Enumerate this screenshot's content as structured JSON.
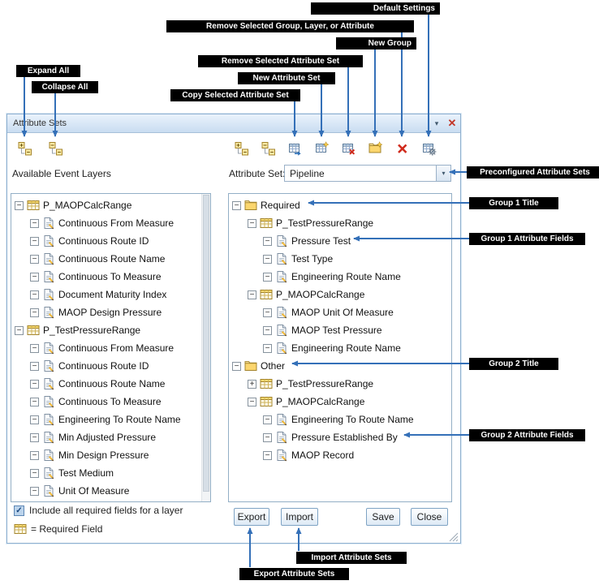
{
  "colors": {
    "arrow_blue": "#3470b8",
    "callout_bg": "#000000",
    "callout_text": "#ffffff",
    "titlebar_top": "#eaf3fc",
    "titlebar_bottom": "#c9ddf1",
    "close_x_red": "#c23527",
    "required_yellow": "#f7d96f"
  },
  "callouts": {
    "default_settings": "Default Settings",
    "remove_group": "Remove Selected Group, Layer, or Attribute",
    "new_group": "New Group",
    "remove_attribute_set": "Remove Selected Attribute Set",
    "expand_all": "Expand All",
    "new_attribute_set": "New Attribute Set",
    "collapse_all": "Collapse All",
    "copy_attribute_set": "Copy Selected Attribute Set",
    "preconfigured": "Preconfigured Attribute Sets",
    "group1_title": "Group 1 Title",
    "group1_fields": "Group 1 Attribute Fields",
    "group2_title": "Group 2 Title",
    "group2_fields": "Group 2 Attribute Fields",
    "import_sets": "Import Attribute Sets",
    "export_sets": "Export Attribute Sets"
  },
  "dialog": {
    "title": "Attribute Sets",
    "available_layers_label": "Available Event Layers",
    "attribute_set_label": "Attribute Set:",
    "attribute_set_value": "Pipeline",
    "include_checkbox_label": "Include all required fields for a layer",
    "include_checkbox_checked": true,
    "required_legend": "= Required Field",
    "export_button": "Export",
    "import_button": "Import",
    "save_button": "Save",
    "close_button": "Close"
  },
  "toolbar": {
    "left": [
      "expand-all",
      "collapse-all"
    ],
    "right": [
      "expand-all",
      "collapse-all",
      "copy-attribute-set",
      "new-attribute-set",
      "remove-attribute-set",
      "new-group",
      "remove-selected",
      "default-settings"
    ]
  },
  "left_tree": {
    "nodes": [
      {
        "label": "P_MAOPCalcRange",
        "depth": 0,
        "exp": "minus",
        "icon": "layer"
      },
      {
        "label": "Continuous From Measure",
        "depth": 1,
        "exp": "minus",
        "icon": "field"
      },
      {
        "label": "Continuous Route ID",
        "depth": 1,
        "exp": "minus",
        "icon": "field"
      },
      {
        "label": "Continuous Route Name",
        "depth": 1,
        "exp": "minus",
        "icon": "field"
      },
      {
        "label": "Continuous To Measure",
        "depth": 1,
        "exp": "minus",
        "icon": "field"
      },
      {
        "label": "Document Maturity Index",
        "depth": 1,
        "exp": "minus",
        "icon": "field"
      },
      {
        "label": "MAOP Design Pressure",
        "depth": 1,
        "exp": "minus",
        "icon": "field"
      },
      {
        "label": "P_TestPressureRange",
        "depth": 0,
        "exp": "minus",
        "icon": "layer"
      },
      {
        "label": "Continuous From Measure",
        "depth": 1,
        "exp": "minus",
        "icon": "field"
      },
      {
        "label": "Continuous Route ID",
        "depth": 1,
        "exp": "minus",
        "icon": "field"
      },
      {
        "label": "Continuous Route Name",
        "depth": 1,
        "exp": "minus",
        "icon": "field"
      },
      {
        "label": "Continuous To Measure",
        "depth": 1,
        "exp": "minus",
        "icon": "field"
      },
      {
        "label": "Engineering To Route Name",
        "depth": 1,
        "exp": "minus",
        "icon": "field"
      },
      {
        "label": "Min Adjusted Pressure",
        "depth": 1,
        "exp": "minus",
        "icon": "field"
      },
      {
        "label": "Min Design Pressure",
        "depth": 1,
        "exp": "minus",
        "icon": "field"
      },
      {
        "label": "Test Medium",
        "depth": 1,
        "exp": "minus",
        "icon": "field"
      },
      {
        "label": "Unit Of Measure",
        "depth": 1,
        "exp": "minus",
        "icon": "field"
      }
    ]
  },
  "right_tree": {
    "nodes": [
      {
        "label": "Required",
        "depth": 0,
        "exp": "minus",
        "icon": "folder"
      },
      {
        "label": "P_TestPressureRange",
        "depth": 1,
        "exp": "minus",
        "icon": "layer"
      },
      {
        "label": "Pressure Test",
        "depth": 2,
        "exp": "minus",
        "icon": "field"
      },
      {
        "label": "Test Type",
        "depth": 2,
        "exp": "minus",
        "icon": "field"
      },
      {
        "label": "Engineering Route Name",
        "depth": 2,
        "exp": "minus",
        "icon": "field"
      },
      {
        "label": "P_MAOPCalcRange",
        "depth": 1,
        "exp": "minus",
        "icon": "layer"
      },
      {
        "label": "MAOP Unit Of Measure",
        "depth": 2,
        "exp": "minus",
        "icon": "field"
      },
      {
        "label": "MAOP Test Pressure",
        "depth": 2,
        "exp": "minus",
        "icon": "field"
      },
      {
        "label": "Engineering Route Name",
        "depth": 2,
        "exp": "minus",
        "icon": "field"
      },
      {
        "label": "Other",
        "depth": 0,
        "exp": "minus",
        "icon": "folder"
      },
      {
        "label": "P_TestPressureRange",
        "depth": 1,
        "exp": "plus",
        "icon": "layer"
      },
      {
        "label": "P_MAOPCalcRange",
        "depth": 1,
        "exp": "minus",
        "icon": "layer"
      },
      {
        "label": "Engineering To Route Name",
        "depth": 2,
        "exp": "minus",
        "icon": "field"
      },
      {
        "label": "Pressure Established By",
        "depth": 2,
        "exp": "minus",
        "icon": "field"
      },
      {
        "label": "MAOP Record",
        "depth": 2,
        "exp": "minus",
        "icon": "field"
      }
    ]
  }
}
